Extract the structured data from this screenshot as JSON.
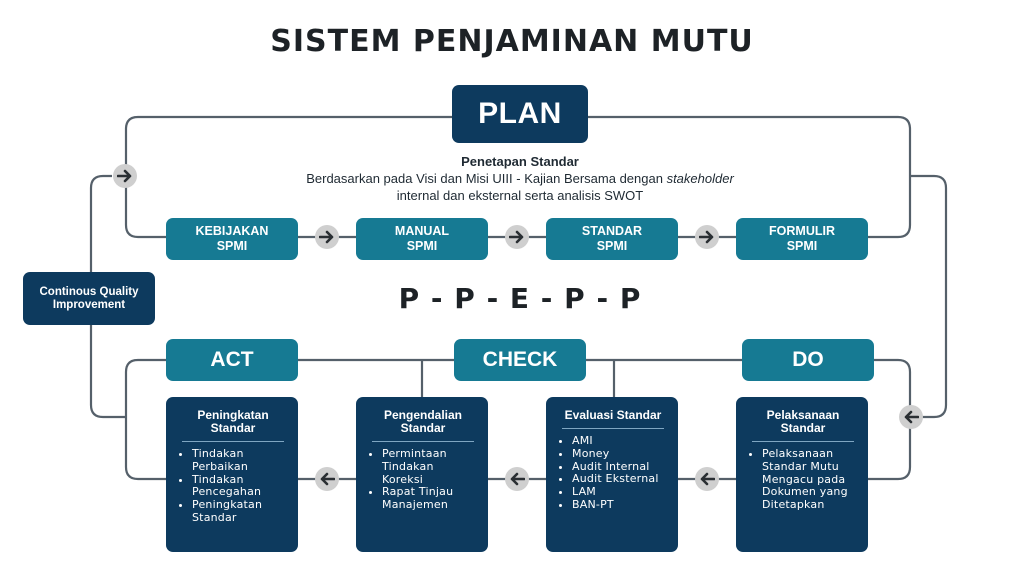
{
  "title": "SISTEM PENJAMINAN MUTU",
  "plan": {
    "label": "PLAN",
    "heading": "Penetapan Standar",
    "desc_part1": "Berdasarkan pada Visi dan Misi UIII - Kajian Bersama dengan ",
    "desc_italic": "stakeholder",
    "desc_part2": "internal dan eksternal serta analisis SWOT"
  },
  "plan_steps": [
    {
      "line1": "KEBIJAKAN",
      "line2": "SPMI"
    },
    {
      "line1": "MANUAL",
      "line2": "SPMI"
    },
    {
      "line1": "STANDAR",
      "line2": "SPMI"
    },
    {
      "line1": "FORMULIR",
      "line2": "SPMI"
    }
  ],
  "ppepp": "P - P - E - P - P",
  "cqi": "Continous Quality Improvement",
  "phases": {
    "act": "ACT",
    "check": "CHECK",
    "do": "DO"
  },
  "cards": [
    {
      "title": "Peningkatan Standar",
      "items": [
        "Tindakan Perbaikan",
        "Tindakan Pencegahan",
        "Peningkatan Standar"
      ]
    },
    {
      "title": "Pengendalian Standar",
      "items": [
        "Permintaan Tindakan Koreksi",
        "Rapat Tinjau Manajemen"
      ]
    },
    {
      "title": "Evaluasi Standar",
      "items": [
        "AMI",
        "Money",
        "Audit Internal",
        "Audit Eksternal",
        "LAM",
        "BAN-PT"
      ]
    },
    {
      "title": "Pelaksanaan Standar",
      "items": [
        "Pelaksanaan Standar Mutu Mengacu pada Dokumen yang Ditetapkan"
      ]
    }
  ],
  "icons": {
    "arrow": "arrow-icon"
  },
  "colors": {
    "navy": "#0d3a5e",
    "teal": "#167a93",
    "line": "#55606a",
    "arrow_bg": "#cfcfcf"
  }
}
